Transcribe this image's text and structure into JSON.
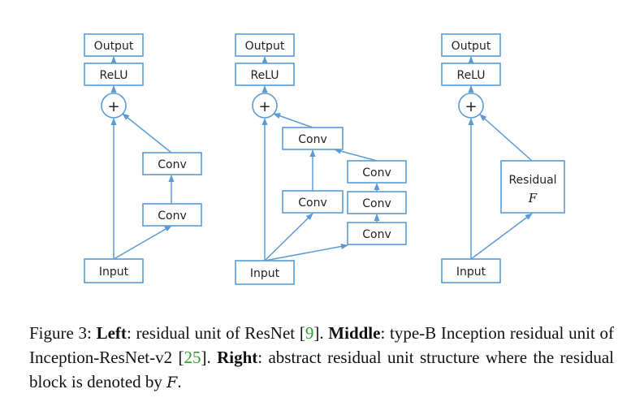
{
  "diagram": {
    "left": {
      "output": "Output",
      "relu": "ReLU",
      "plus": "+",
      "conv_top": "Conv",
      "conv_bottom": "Conv",
      "input": "Input"
    },
    "middle": {
      "output": "Output",
      "relu": "ReLU",
      "plus": "+",
      "conv_merge": "Conv",
      "conv_branch1": "Conv",
      "conv_branch2_top": "Conv",
      "conv_branch2_mid": "Conv",
      "conv_branch2_bottom": "Conv",
      "input": "Input"
    },
    "right": {
      "output": "Output",
      "relu": "ReLU",
      "plus": "+",
      "residual_label": "Residual",
      "residual_symbol": "F",
      "input": "Input"
    },
    "colors": {
      "stroke": "#5b9bd5",
      "text": "#222222",
      "reference": "#2ca02c"
    }
  },
  "caption": {
    "figure_label": "Figure 3:",
    "left_term": "Left",
    "left_text": ": residual unit of ResNet [",
    "ref1": "9",
    "after_ref1": "]. ",
    "middle_term": "Middle",
    "middle_text": ": type-B Inception residual unit of Inception-ResNet-v2 [",
    "ref2": "25",
    "after_ref2": "]. ",
    "right_term": "Right",
    "right_text": ": abstract residual unit structure where the residual block is denoted by ",
    "symbol": "F",
    "end": "."
  }
}
